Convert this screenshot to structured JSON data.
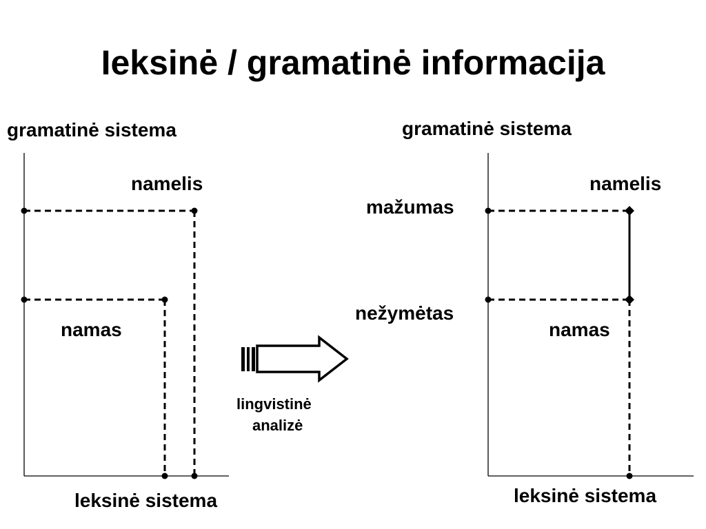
{
  "title": "Ieksinė / gramatinė informacija",
  "left": {
    "y_axis_label": "gramatinė sistema",
    "x_axis_label": "leksinė sistema",
    "upper_word": "namelis",
    "lower_word": "namas"
  },
  "middle": {
    "arrow_caption_line1": "lingvistinė",
    "arrow_caption_line2": "analizė"
  },
  "right": {
    "y_axis_label": "gramatinė sistema",
    "x_axis_label": "leksinė sistema",
    "upper_word": "namelis",
    "lower_word": "namas",
    "upper_category": "mažumas",
    "lower_category": "nežymėtas"
  },
  "colors": {
    "ink": "#000000",
    "background": "#ffffff"
  }
}
